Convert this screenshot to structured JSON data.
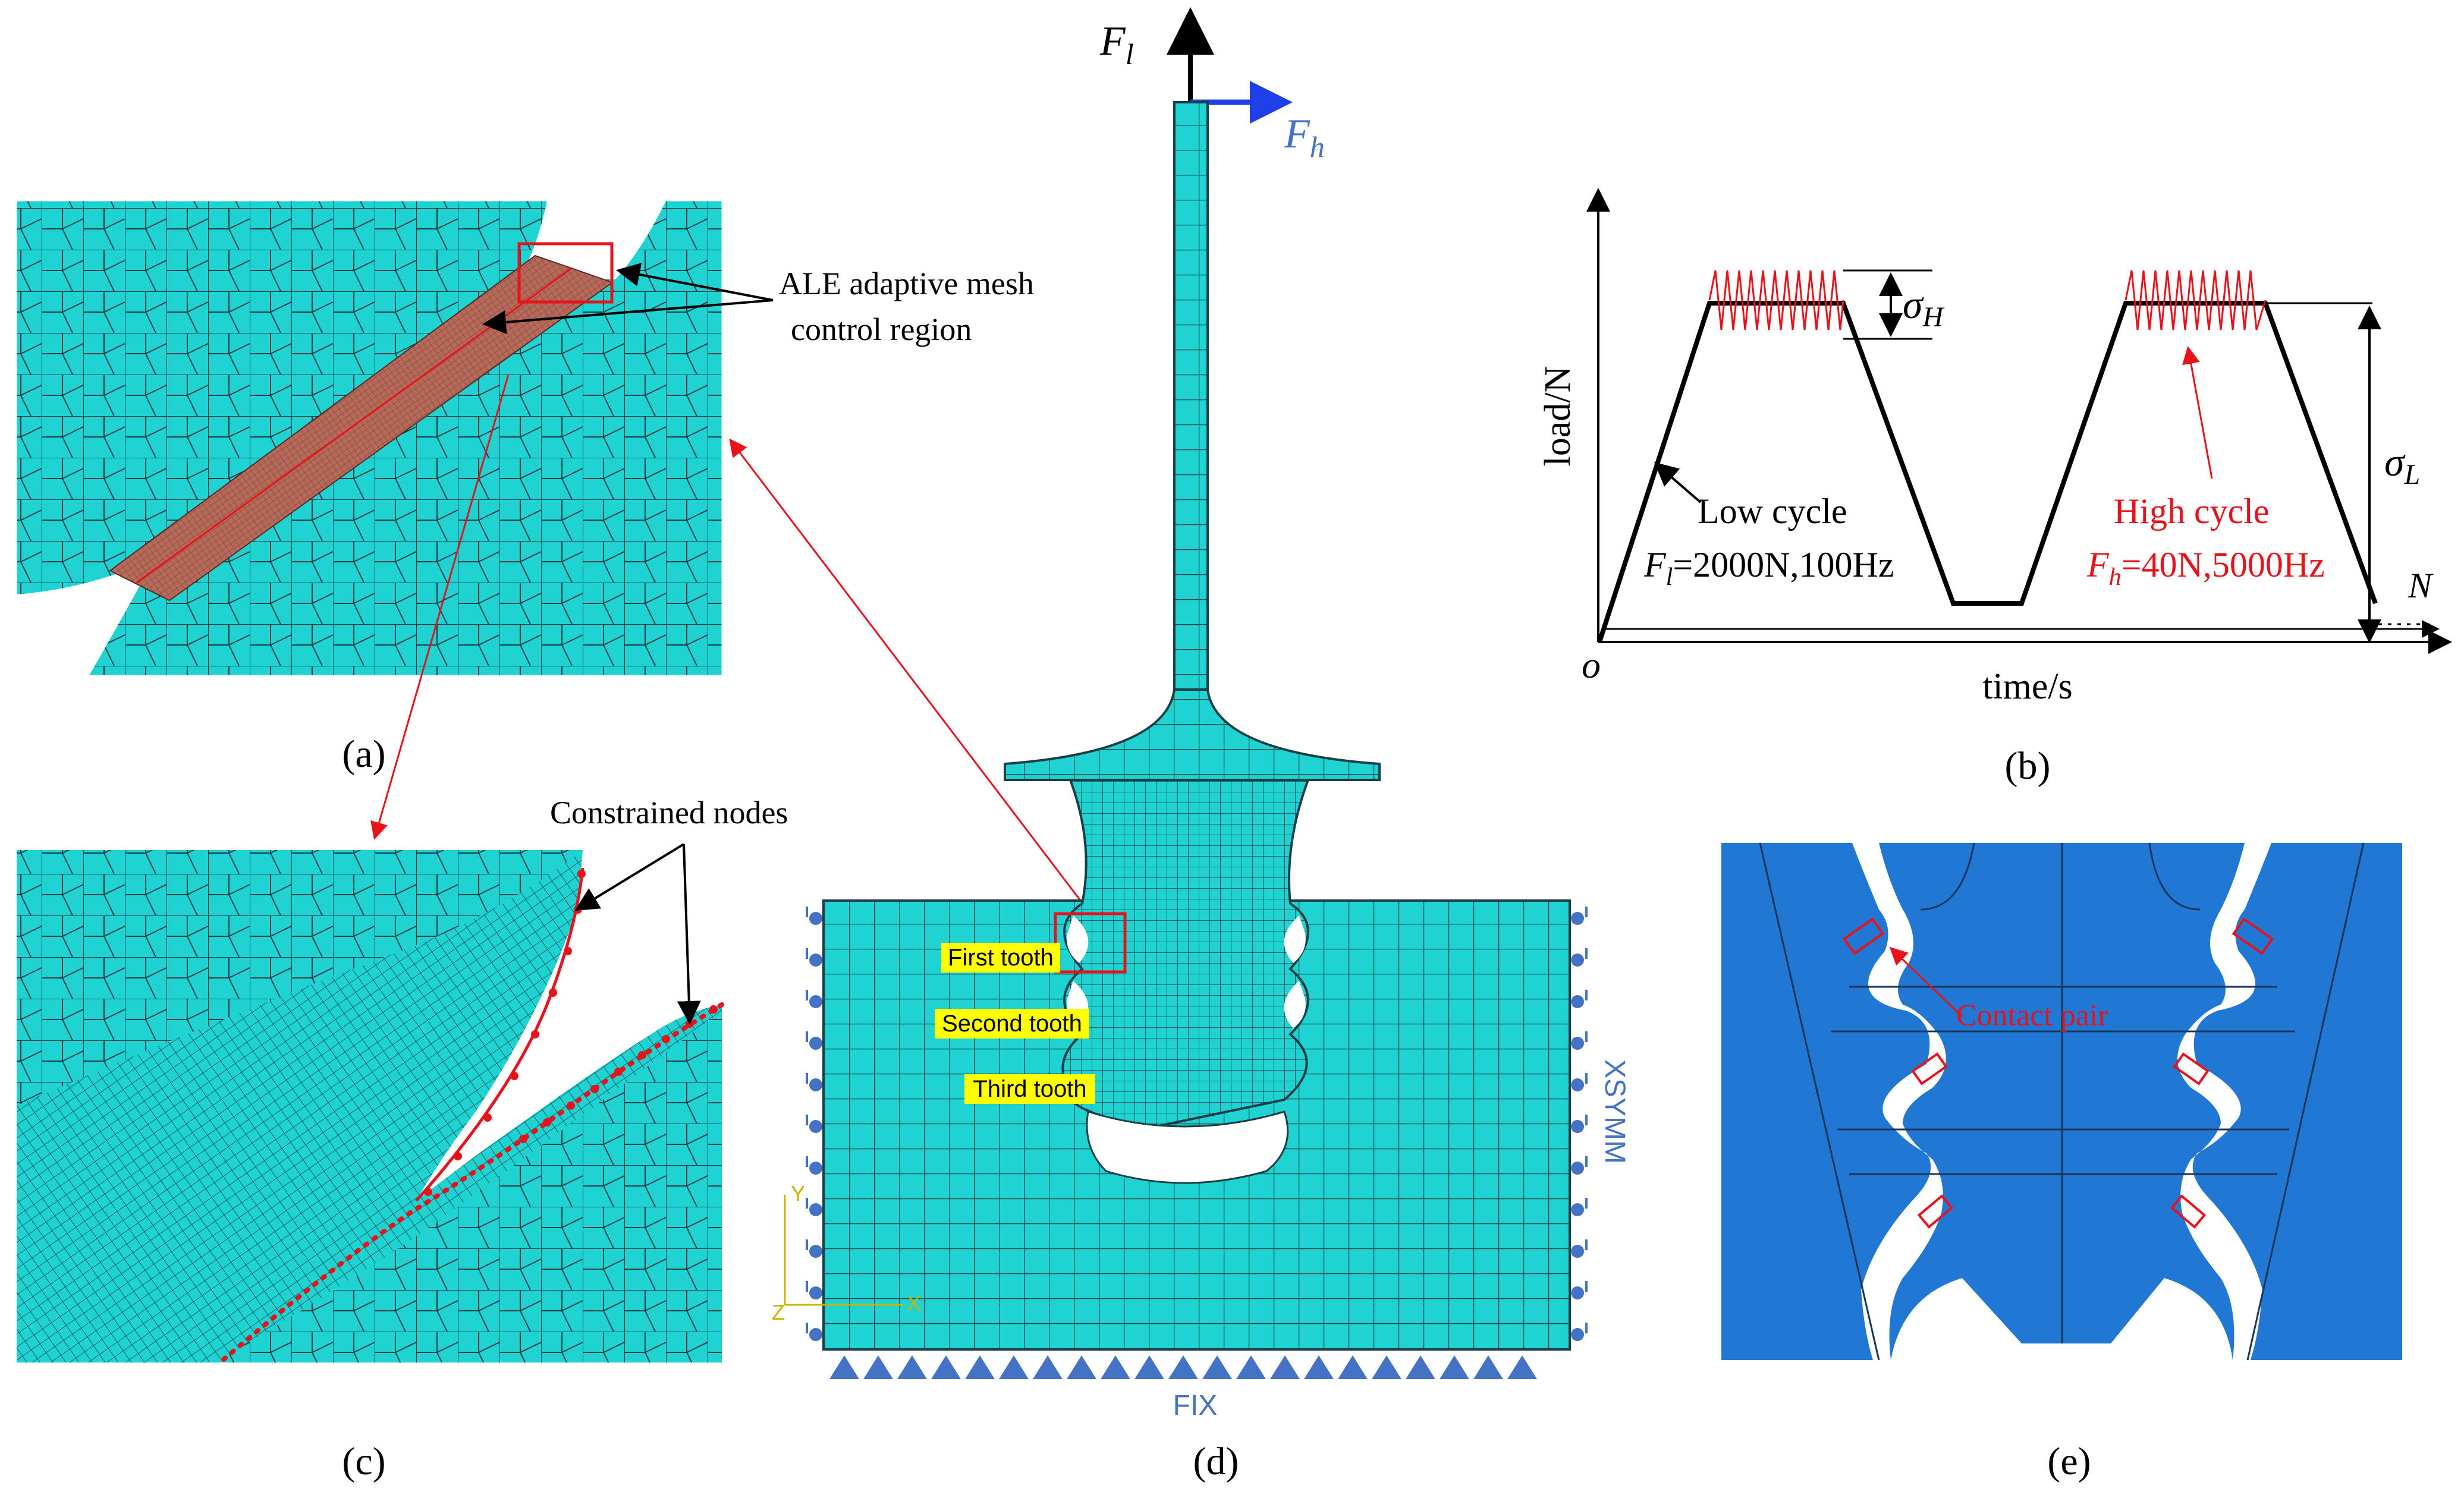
{
  "panels": {
    "a": {
      "label": "(a)",
      "annotation_line1": "ALE adaptive mesh",
      "annotation_line2": "control region"
    },
    "b": {
      "label": "(b)",
      "y_axis_label": "load/N",
      "x_axis_label": "time/s",
      "origin_label": "o",
      "sigma_h_symbol": "σ",
      "sigma_h_sub": "H",
      "sigma_l_symbol": "σ",
      "sigma_l_sub": "L",
      "n_label": "N",
      "low_cycle_title": "Low cycle",
      "low_cycle_symbol": "F",
      "low_cycle_sub": "l",
      "low_cycle_value": "=2000N,100Hz",
      "high_cycle_title": "High cycle",
      "high_cycle_symbol": "F",
      "high_cycle_sub": "h",
      "high_cycle_value": "=40N,5000Hz"
    },
    "c": {
      "label": "(c)",
      "annotation": "Constrained nodes"
    },
    "d": {
      "label": "(d)",
      "force_l_symbol": "F",
      "force_l_sub": "l",
      "force_h_symbol": "F",
      "force_h_sub": "h",
      "tooth_1": "First tooth",
      "tooth_2": "Second tooth",
      "tooth_3": "Third tooth",
      "symmetry_label": "XSYMM",
      "fix_label": "FIX",
      "axis_y": "Y",
      "axis_z": "Z",
      "axis_x": "X"
    },
    "e": {
      "label": "(e)",
      "annotation": "Contact pair"
    }
  },
  "colors": {
    "mesh_fill": "#1fd3d3",
    "mesh_line": "#1b3f46",
    "refined_region": "#b56a5a",
    "constraint_red": "#e8121b",
    "load_blue": "#1f3fe8",
    "bc_blue": "#4472c4",
    "contact_blue": "#2178d4",
    "tooth_label_bg": "#ffff00",
    "high_cycle_red": "#e8121b",
    "black": "#000000"
  },
  "icons": {
    "bc_roller": "blue-circle-icon",
    "bc_fixed": "blue-triangle-icon"
  }
}
